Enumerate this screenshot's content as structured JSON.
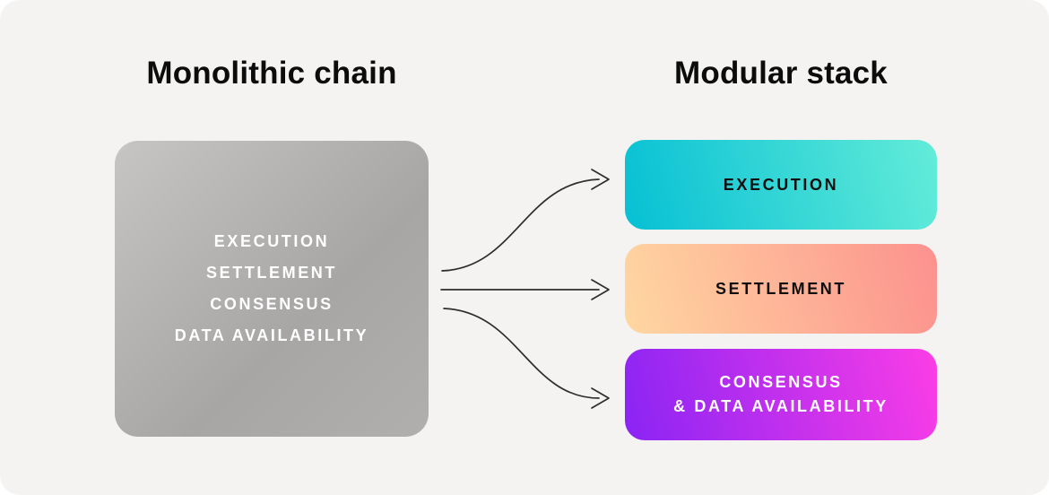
{
  "page": {
    "background_color": "#f4f3f1",
    "title_color": "#0c0c0c"
  },
  "monolithic": {
    "title": "Monolithic chain",
    "layers": [
      "EXECUTION",
      "SETTLEMENT",
      "CONSENSUS",
      "DATA AVAILABILITY"
    ],
    "box_gradient_from": "#c6c5c4",
    "box_gradient_to": "#a7a6a5",
    "text_color": "#ffffff"
  },
  "modular": {
    "title": "Modular stack",
    "boxes": [
      {
        "label": "EXECUTION",
        "gradient_from": "#06c0d4",
        "gradient_to": "#63ecd8",
        "text_color": "#0f0f0f"
      },
      {
        "label": "SETTLEMENT",
        "gradient_from": "#ffd7a1",
        "gradient_to": "#fc918e",
        "text_color": "#0f0f0f"
      },
      {
        "label": "CONSENSUS",
        "label_line2": "& DATA AVAILABILITY",
        "gradient_from": "#8a24f4",
        "gradient_to": "#fb3de6",
        "text_color": "#ffffff"
      }
    ]
  },
  "arrows": {
    "color": "#2e2e2e",
    "count": 3,
    "targets": [
      "execution",
      "settlement",
      "consensus-and-data-availability"
    ]
  }
}
